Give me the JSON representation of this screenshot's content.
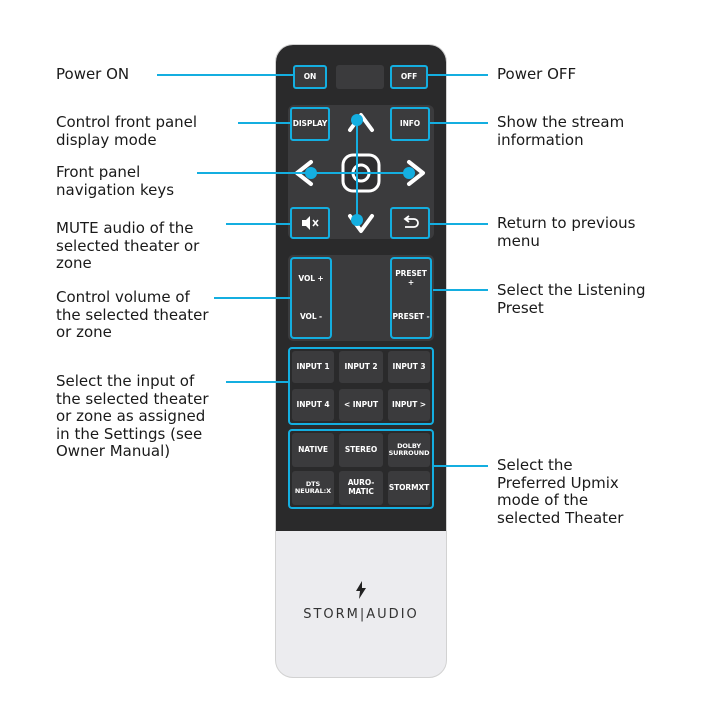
{
  "labels": {
    "power_on": "Power ON",
    "power_off": "Power OFF",
    "display": "Control front panel\ndisplay mode",
    "info": "Show the stream\ninformation",
    "nav": "Front panel\nnavigation keys",
    "mute": "MUTE audio of the\nselected theater or\nzone",
    "back": "Return to previous\nmenu",
    "volume": "Control volume of\nthe selected theater\nor zone",
    "preset": "Select the Listening\nPreset",
    "input": "Select the input of\nthe selected theater\nor zone as assigned\nin the Settings (see\nOwner Manual)",
    "upmix": "Select the\nPreferred Upmix\nmode of the\nselected Theater"
  },
  "buttons": {
    "on": "ON",
    "off": "OFF",
    "display": "DISPLAY",
    "info": "INFO",
    "vol_plus": "VOL +",
    "vol_minus": "VOL -",
    "preset_plus": "PRESET +",
    "preset_minus": "PRESET -",
    "input1": "INPUT 1",
    "input2": "INPUT 2",
    "input3": "INPUT 3",
    "input4": "INPUT 4",
    "input_prev": "< INPUT",
    "input_next": "INPUT >",
    "native": "NATIVE",
    "stereo": "STEREO",
    "dolby": "DOLBY\nSURROUND",
    "dts": "DTS\nNEURAL:X",
    "auromatic": "AURO-\nMATIC",
    "stormxt": "STORMXT"
  },
  "brand": "STORM|AUDIO",
  "colors": {
    "accent": "#14aee0",
    "body": "#2a2a2b",
    "button": "#3b3b3d"
  },
  "icons": [
    "mute-icon",
    "back-icon",
    "bolt-icon",
    "arrow-up-icon",
    "arrow-down-icon",
    "arrow-left-icon",
    "arrow-right-icon",
    "ok-ring-icon"
  ]
}
